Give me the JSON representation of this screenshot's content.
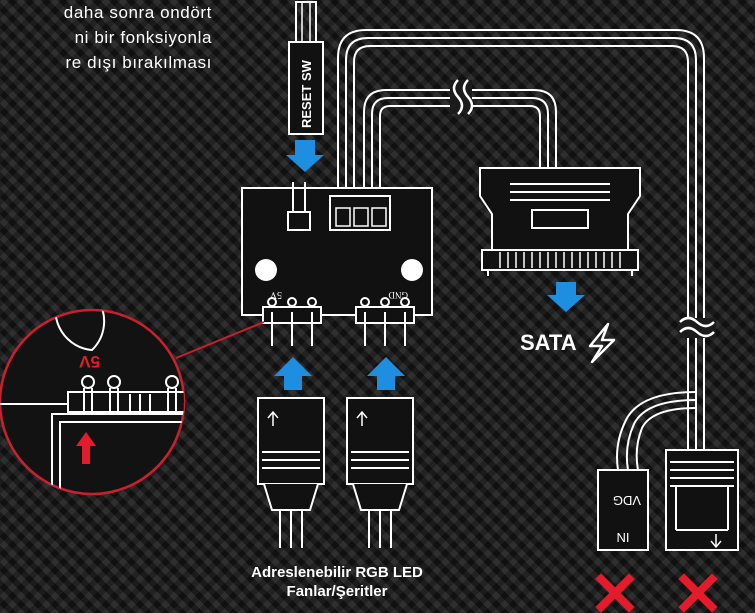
{
  "intro_text": [
    "daha sonra ondört",
    "ni bir fonksiyonla",
    "re dışı bırakılması"
  ],
  "labels": {
    "reset_sw": "RESET SW",
    "sata": "SATA",
    "argb_line1": "Adreslenebilir RGB LED",
    "argb_line2": "Fanlar/Şeritler",
    "pin_5v": "5V",
    "pin_gnd": "GND",
    "zoom_5v": "5V",
    "conn_vdg": "VDG",
    "conn_ni": "NI"
  },
  "colors": {
    "arrow_blue": "#1e8fe0",
    "cross_red": "#e31b2b",
    "callout_red": "#c9202f",
    "line_white": "#ffffff"
  }
}
